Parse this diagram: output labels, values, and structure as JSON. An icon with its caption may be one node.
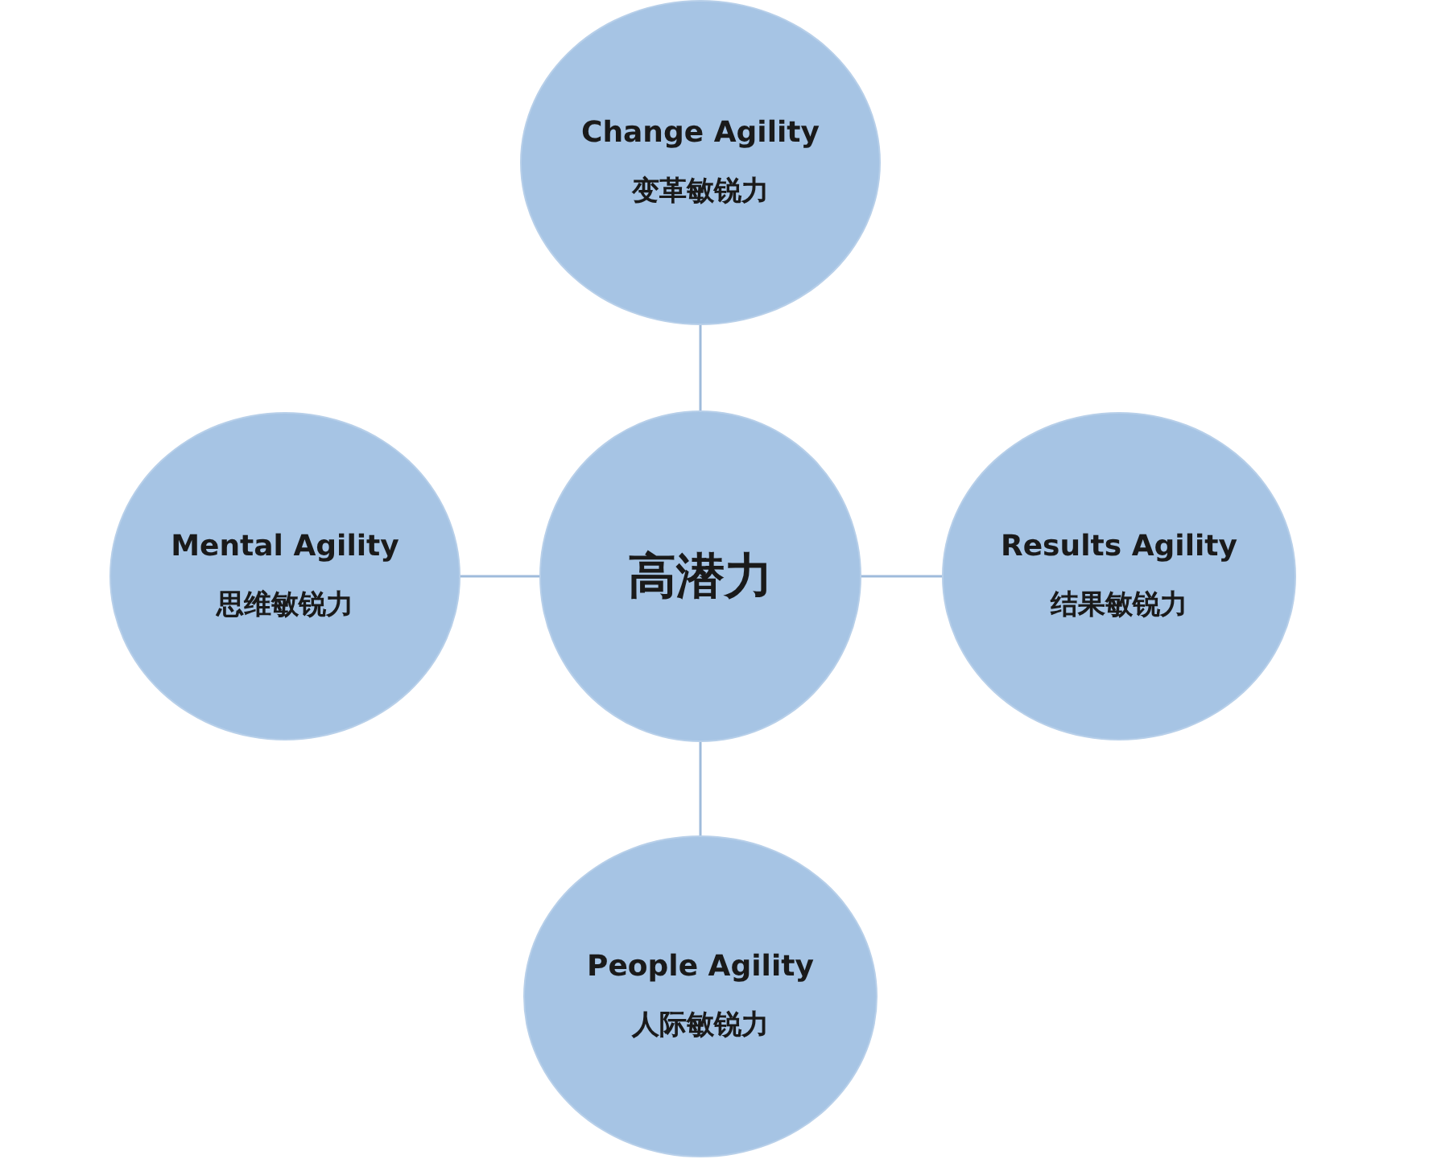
{
  "diagram": {
    "nodes": [
      {
        "text": [
          "Change Agility",
          "变革敏锐力"
        ]
      },
      {
        "text": [
          "Mental Agility",
          "思维敏锐力"
        ]
      },
      {
        "text": [
          "高潜力"
        ]
      },
      {
        "text": [
          "Results Agility",
          "结果敏锐力"
        ]
      },
      {
        "text": [
          "People Agility",
          "人际敏锐力"
        ]
      }
    ],
    "edges": [
      {
        "from": 2,
        "to": 0,
        "arrow": "none"
      },
      {
        "from": 2,
        "to": 1,
        "arrow": "none"
      },
      {
        "from": 2,
        "to": 3,
        "arrow": "none"
      },
      {
        "from": 2,
        "to": 4,
        "arrow": "none"
      }
    ]
  }
}
